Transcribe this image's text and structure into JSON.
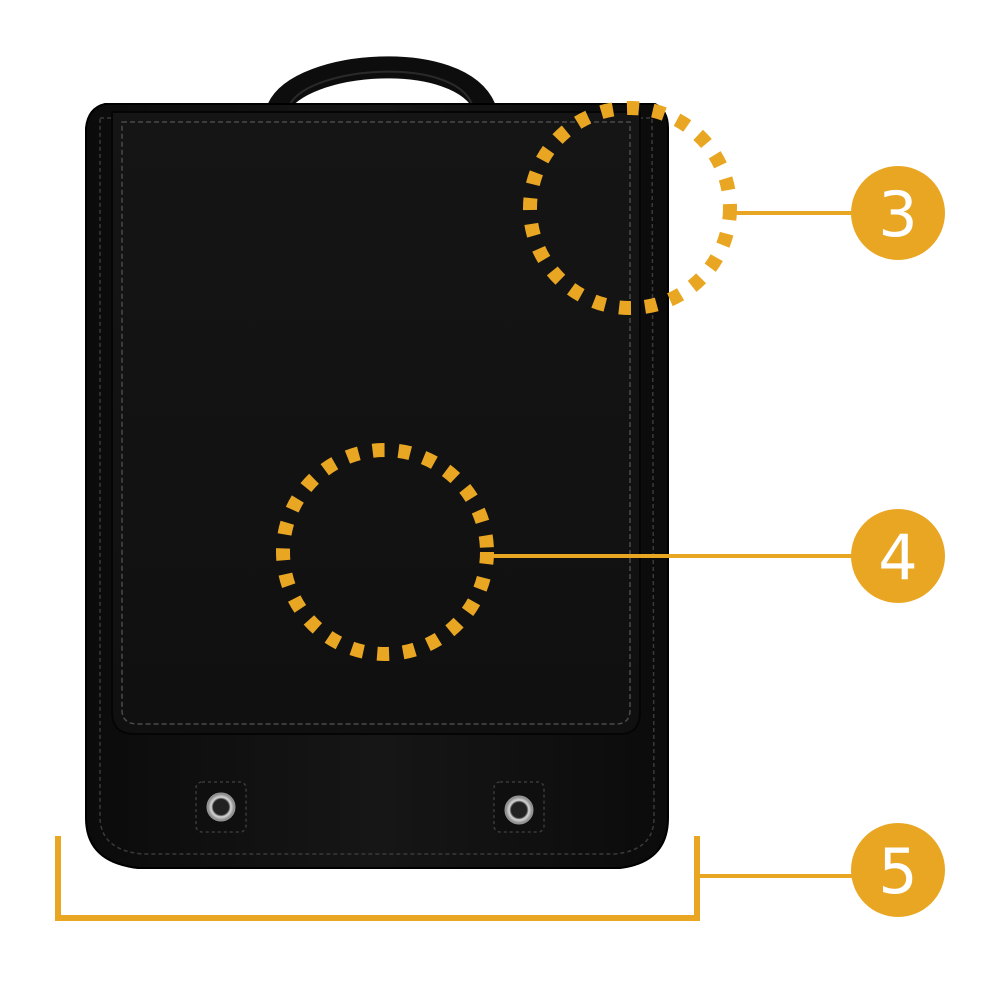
{
  "product": {
    "name_icon": "randoseru-backpack",
    "body_color": "#111111",
    "stitch_color": "#4a4a4a"
  },
  "callouts": [
    {
      "id": "edge-corner",
      "number": "3"
    },
    {
      "id": "flap-center",
      "number": "4"
    },
    {
      "id": "bottom-width",
      "number": "5"
    }
  ],
  "colors": {
    "accent": "#E9A623",
    "background": "#FFFFFF"
  }
}
